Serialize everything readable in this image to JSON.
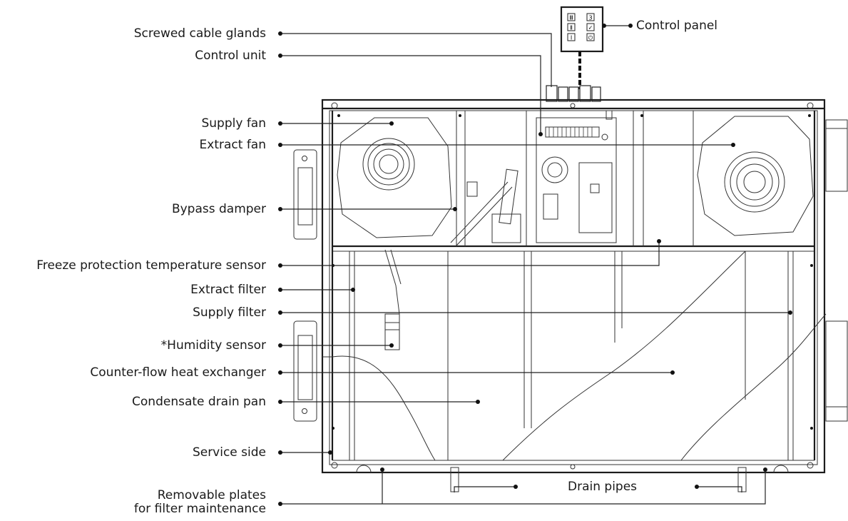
{
  "labels": {
    "screwed_cable_glands": "Screwed cable glands",
    "control_unit": "Control unit",
    "supply_fan": "Supply fan",
    "extract_fan": "Extract fan",
    "bypass_damper": "Bypass damper",
    "freeze_sensor": "Freeze protection temperature sensor",
    "extract_filter": "Extract filter",
    "supply_filter": "Supply filter",
    "humidity_sensor": "*Humidity sensor",
    "heat_exchanger": "Counter-flow heat exchanger",
    "drain_pan": "Condensate drain pan",
    "service_side": "Service side",
    "removable_plates_1": "Removable plates",
    "removable_plates_2": "for filter maintenance",
    "control_panel": "Control panel",
    "drain_pipes": "Drain pipes"
  },
  "panel_keys": [
    "Ⅲ",
    "3",
    "Ⅱ",
    "✓",
    "Ⅰ",
    "⏻"
  ]
}
